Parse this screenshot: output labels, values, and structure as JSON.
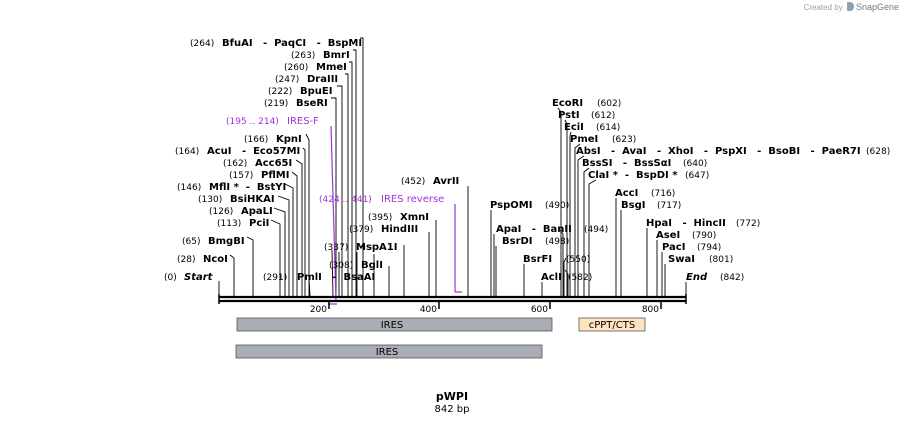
{
  "credit": {
    "prefix": "Created by",
    "brand": "SnapGene"
  },
  "plasmid": {
    "name": "pWPI",
    "length": "842 bp"
  },
  "axis": {
    "ticks": [
      "200",
      "400",
      "600",
      "800"
    ]
  },
  "colors": {
    "line": "#000000",
    "primer": "#a033d9",
    "ires": "#a9aeb4",
    "cppt": "#fde3c0"
  },
  "sites": [
    {
      "pos": "(264)",
      "names": "BfuAI   -  PaqCI   -  BspMI"
    },
    {
      "pos": "(263)",
      "names": "BmrI"
    },
    {
      "pos": "(260)",
      "names": "MmeI"
    },
    {
      "pos": "(247)",
      "names": "DraIII"
    },
    {
      "pos": "(222)",
      "names": "BpuEI"
    },
    {
      "pos": "(219)",
      "names": "BseRI"
    },
    {
      "pos": "(166)",
      "names": "KpnI"
    },
    {
      "pos": "(164)",
      "names": "AcuI   -  Eco57MI"
    },
    {
      "pos": "(162)",
      "names": "Acc65I"
    },
    {
      "pos": "(157)",
      "names": "PflMI"
    },
    {
      "pos": "(146)",
      "names": "MflI *  -  BstYI"
    },
    {
      "pos": "(130)",
      "names": "BsiHKAI"
    },
    {
      "pos": "(126)",
      "names": "ApaLI"
    },
    {
      "pos": "(113)",
      "names": "PciI"
    },
    {
      "pos": "(65)",
      "names": "BmgBI"
    },
    {
      "pos": "(28)",
      "names": "NcoI"
    },
    {
      "pos": "(0)",
      "names": "Start"
    },
    {
      "pos": "(291)",
      "names": "PmlI   -  BsaAI"
    },
    {
      "pos": "(308)",
      "names": "BglI"
    },
    {
      "pos": "(337)",
      "names": "MspA1I"
    },
    {
      "pos": "(379)",
      "names": "HindIII"
    },
    {
      "pos": "(395)",
      "names": "XmnI"
    },
    {
      "pos": "(452)",
      "names": "AvrII"
    },
    {
      "pos": "(490)",
      "names": "PspOMI"
    },
    {
      "pos": "(494)",
      "names": "ApaI   -  BanII"
    },
    {
      "pos": "(498)",
      "names": "BsrDI"
    },
    {
      "pos": "(550)",
      "names": "BsrFI"
    },
    {
      "pos": "(582)",
      "names": "AclI"
    },
    {
      "pos": "(602)",
      "names": "EcoRI"
    },
    {
      "pos": "(612)",
      "names": "PstI"
    },
    {
      "pos": "(614)",
      "names": "EciI"
    },
    {
      "pos": "(623)",
      "names": "PmeI"
    },
    {
      "pos": "(628)",
      "names": "AbsI   -  AvaI   -  XhoI   -  PspXI   -  BsoBI   -  PaeR7I"
    },
    {
      "pos": "(640)",
      "names": "BssSI   -  BssSαI"
    },
    {
      "pos": "(647)",
      "names": "ClaI *  -  BspDI *"
    },
    {
      "pos": "(716)",
      "names": "AccI"
    },
    {
      "pos": "(717)",
      "names": "BsgI"
    },
    {
      "pos": "(772)",
      "names": "HpaI   -  HincII"
    },
    {
      "pos": "(790)",
      "names": "AseI"
    },
    {
      "pos": "(794)",
      "names": "PacI"
    },
    {
      "pos": "(801)",
      "names": "SwaI"
    },
    {
      "pos": "(842)",
      "names": "End"
    }
  ],
  "primers": [
    {
      "range": "(195 .. 214)",
      "name": "IRES-F"
    },
    {
      "range": "(424 .. 441)",
      "name": "IRES reverse"
    }
  ],
  "features": [
    {
      "name": "IRES"
    },
    {
      "name": "cPPT/CTS"
    },
    {
      "name": "IRES"
    }
  ]
}
